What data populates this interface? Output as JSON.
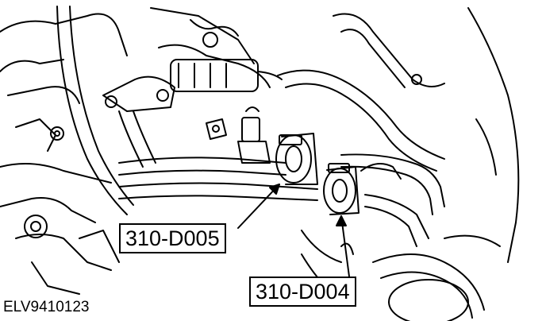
{
  "figure": {
    "id": "ELV9410123",
    "line_color": "#000000",
    "background_color": "#ffffff"
  },
  "callouts": [
    {
      "label": "310-D005",
      "points_to": "front-quick-connect-coupling"
    },
    {
      "label": "310-D004",
      "points_to": "rear-quick-connect-coupling"
    }
  ]
}
